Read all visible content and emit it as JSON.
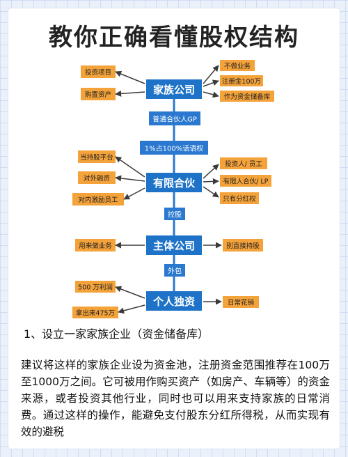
{
  "title": "教你正确看懂股权结构",
  "main_nodes": [
    "家族公司",
    "有限合伙",
    "主体公司",
    "个人独资"
  ],
  "connectors": [
    "普通合伙人GP",
    "1%占100%话语权",
    "控股",
    "外包"
  ],
  "side_labels": {
    "family_left": [
      "投资项目",
      "购置资产"
    ],
    "family_right": [
      "不做业务",
      "注册金100万",
      "作为资金储备库"
    ],
    "partnership_left": [
      "当持股平台",
      "对外融资",
      "对内激励员工"
    ],
    "partnership_right": [
      "投资人/ 员工",
      "有限人合伙/ LP",
      "只有分红权"
    ],
    "main_left": [
      "用来做业务"
    ],
    "main_right": [
      "别直接持股"
    ],
    "sole_left": [
      "500 万利润",
      "拿出来475万"
    ],
    "sole_right": [
      "日常花销"
    ]
  },
  "section_heading": "1、设立一家家族企业（资金储备库）",
  "body_text": "建议将这样的家族企业设为资金池，注册资金范围推荐在100万至1000万之间。它可被用作购买资产（如房产、车辆等）的资金来源，或者投资其他行业，同时也可以用来支持家族的日常消费。通过这样的操作，能避免支付股东分红所得税，从而实现有效的避税",
  "colors": {
    "main_blue": "#1e73c8",
    "connector_blue": "#2a78cf",
    "label_orange": "#f4a23a",
    "arrow_dark": "#3b3b3b"
  }
}
